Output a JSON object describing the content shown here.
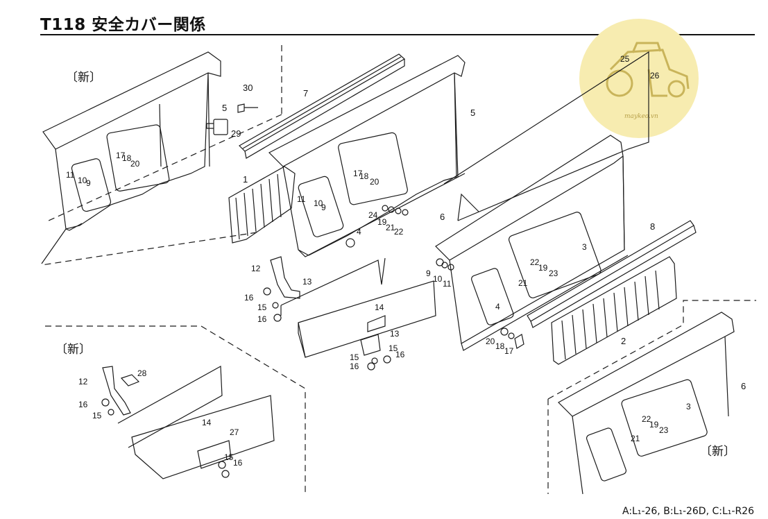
{
  "header": {
    "title": "T118 安全カバー関係"
  },
  "labels": {
    "new_top_left": "〔新〕",
    "new_mid_left": "〔新〕",
    "new_bottom_right": "〔新〕"
  },
  "footer": {
    "models": "A:L₁-26, B:L₁-26D, C:L₁-R26"
  },
  "watermark": {
    "text": "maykeo.vn"
  },
  "colors": {
    "line": "#1a1a1a",
    "watermark_fill": "#f7ecb0",
    "watermark_line": "#c9b45a"
  },
  "callouts": {
    "c30": "30",
    "c5a": "5",
    "c29": "29",
    "c11a": "11",
    "c10a": "10",
    "c9a": "9",
    "c17a": "17",
    "c18a": "18",
    "c20a": "20",
    "c7": "7",
    "c5b": "5",
    "c1": "1",
    "c11b": "11",
    "c10b": "10",
    "c9b": "9",
    "c17b": "17",
    "c18b": "18",
    "c20b": "20",
    "c24": "24",
    "c19a": "19",
    "c21a": "21",
    "c22a": "22",
    "c4a": "4",
    "c25": "25",
    "c26": "26",
    "c6a": "6",
    "c8": "8",
    "c3a": "3",
    "c9c": "9",
    "c10c": "10",
    "c11c": "11",
    "c22b": "22",
    "c19b": "19",
    "c21b": "21",
    "c23a": "23",
    "c4b": "4",
    "c20c": "20",
    "c18c": "18",
    "c17c": "17",
    "c2": "2",
    "c12a": "12",
    "c13a": "13",
    "c16a": "16",
    "c15a": "15",
    "c16b": "16",
    "c14a": "14",
    "c13b": "13",
    "c15b": "15",
    "c16c": "16",
    "c15c": "15",
    "c16d": "16",
    "c12b": "12",
    "c28": "28",
    "c16e": "16",
    "c15d": "15",
    "c14b": "14",
    "c27": "27",
    "c15e": "15",
    "c16f": "16",
    "c6b": "6",
    "c3b": "3",
    "c22c": "22",
    "c19c": "19",
    "c21c": "21",
    "c23b": "23"
  }
}
